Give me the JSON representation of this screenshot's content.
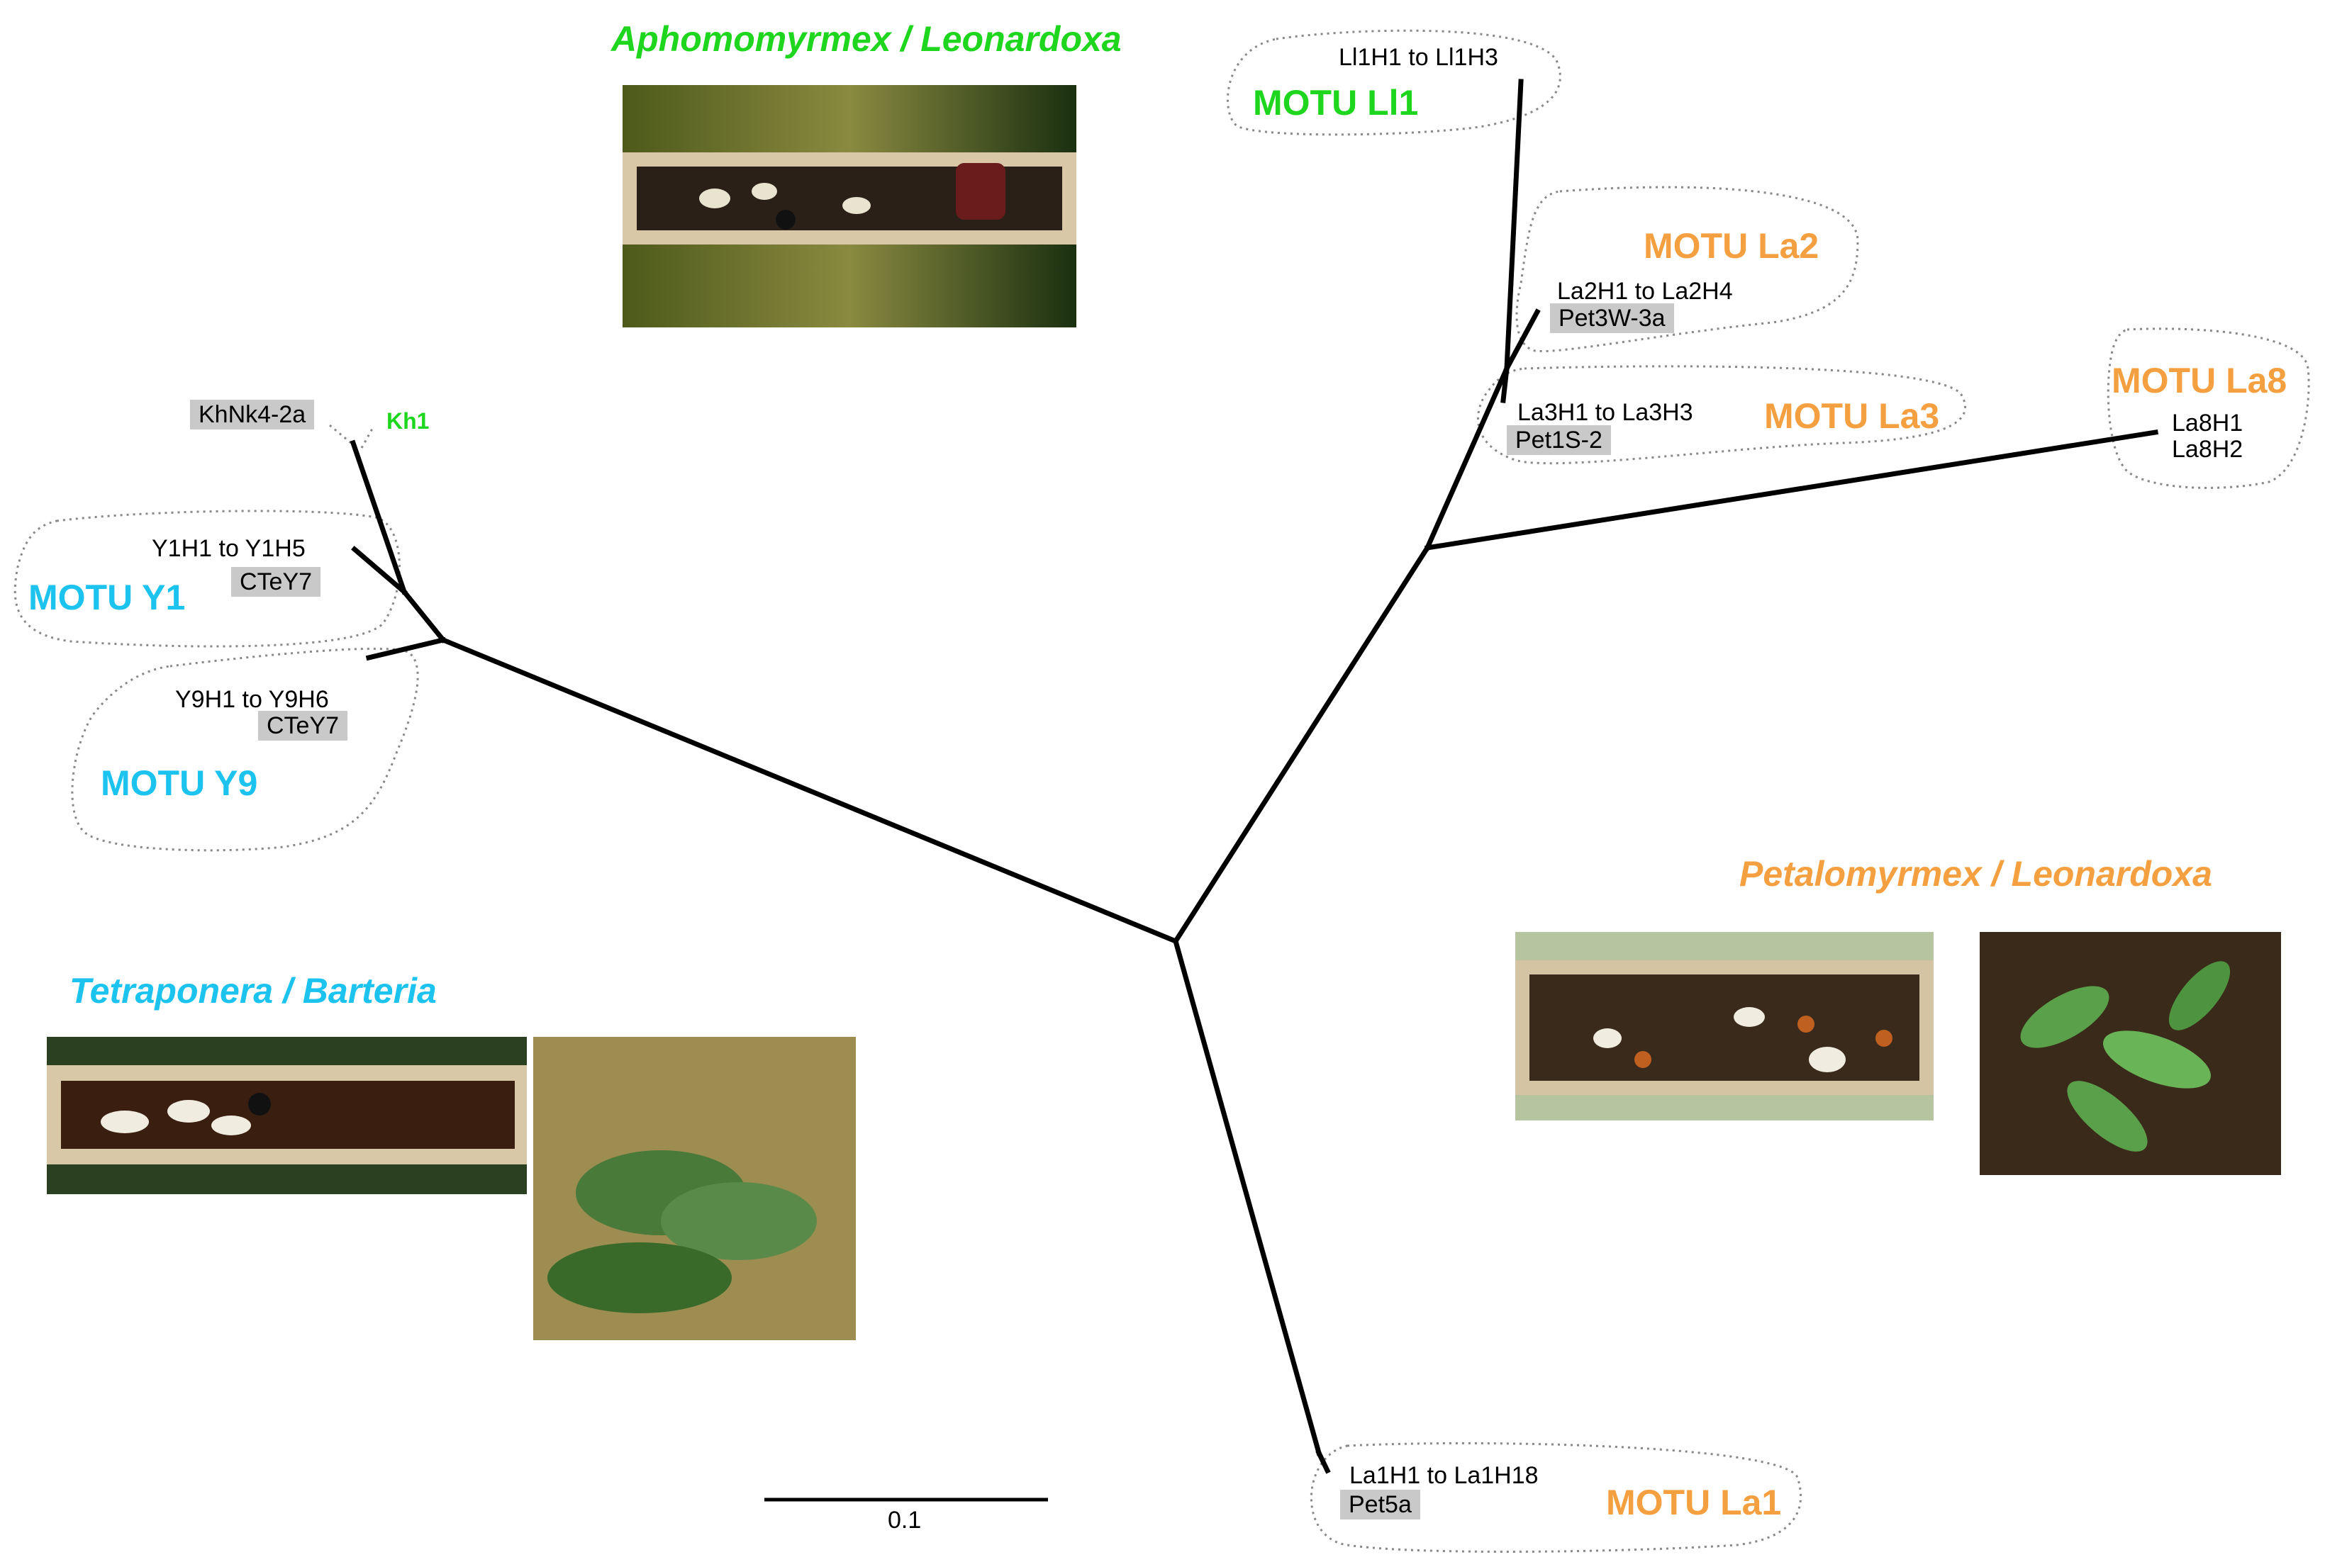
{
  "colors": {
    "green": "#1fd61f",
    "orange": "#f5a040",
    "blue": "#1cc3ef",
    "voucher_bg": "#c9c9c9",
    "branch": "#000000",
    "outline": "#888888"
  },
  "groups": {
    "aphomomyrmex": {
      "title": "Aphomomyrmex / Leonardoxa",
      "photo": "ant-domatium-photo"
    },
    "petalomyrmex": {
      "title": "Petalomyrmex / Leonardoxa",
      "photos": [
        "ant-domatium-photo",
        "leonardoxa-plant-photo"
      ]
    },
    "tetraponera": {
      "title": "Tetraponera / Barteria",
      "photos": [
        "ant-domatium-photo",
        "barteria-plant-photo"
      ]
    }
  },
  "tree": {
    "clades": [
      {
        "motu": "MOTU Ll1",
        "haplotypes": "Ll1H1 to Ll1H3",
        "color": "green"
      },
      {
        "motu": "MOTU La2",
        "haplotypes": "La2H1 to La2H4",
        "voucher": "Pet3W-3a",
        "color": "orange"
      },
      {
        "motu": "MOTU La3",
        "haplotypes": "La3H1 to La3H3",
        "voucher": "Pet1S-2",
        "color": "orange"
      },
      {
        "motu": "MOTU La8",
        "haplotypes": [
          "La8H1",
          "La8H2"
        ],
        "color": "orange"
      },
      {
        "motu": "MOTU La1",
        "haplotypes": "La1H1 to La1H18",
        "voucher": "Pet5a",
        "color": "orange"
      },
      {
        "motu": "MOTU Y1",
        "haplotypes": "Y1H1 to Y1H5",
        "voucher": "CTeY7",
        "color": "blue"
      },
      {
        "motu": "MOTU Y9",
        "haplotypes": "Y9H1 to Y9H6",
        "voucher": "CTeY7",
        "color": "blue"
      }
    ],
    "extra_taxa": {
      "voucher": "KhNk4-2a",
      "label": "Kh1"
    },
    "scale_bar": "0.1"
  }
}
